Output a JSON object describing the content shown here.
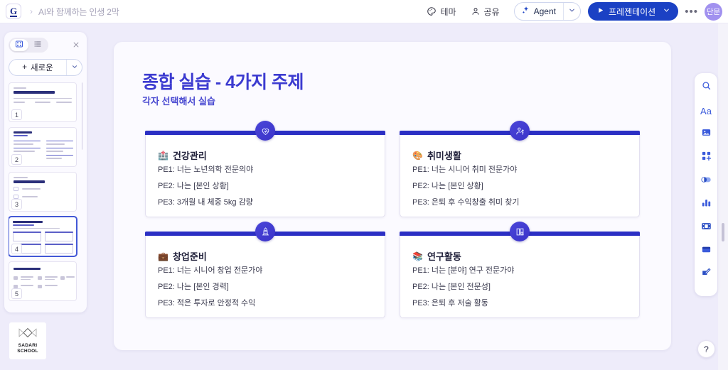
{
  "topbar": {
    "logo_letter": "G",
    "breadcrumb_separator": "›",
    "breadcrumb_title": "AI와 함께하는 인생 2막",
    "theme_label": "테마",
    "share_label": "공유",
    "agent_label": "Agent",
    "present_label": "프레젠테이션",
    "more_label": "•••",
    "avatar_label": "단문",
    "icons": {
      "palette": "palette-icon",
      "person": "person-icon",
      "sparkle": "sparkle-icon",
      "play": "play-icon",
      "caret": "chevron-down-icon"
    }
  },
  "left_panel": {
    "view_grid_icon": "grid-view-icon",
    "view_list_icon": "list-view-icon",
    "close_icon": "close-icon",
    "new_label": "새로운",
    "new_plus": "+",
    "slides": [
      {
        "number": "1",
        "selected": false
      },
      {
        "number": "2",
        "selected": false
      },
      {
        "number": "3",
        "selected": false
      },
      {
        "number": "4",
        "selected": true
      },
      {
        "number": "5",
        "selected": false
      }
    ],
    "brand": {
      "line1": "SADARI",
      "line2": "SCHOOL"
    }
  },
  "slide": {
    "title": "종합 실습 - 4가지 주제",
    "subtitle": "각자 선택해서 실습",
    "accent_color": "#3c3bd0",
    "bar_color": "#2b2fc4",
    "cards": [
      {
        "emoji": "🏥",
        "heading": "건강관리",
        "badge_icon": "heart-health-icon",
        "lines": [
          "PE1: 너는 노년의학 전문의야",
          "PE2: 나는 [본인 상황]",
          "PE3: 3개월 내 체중 5kg 감량"
        ]
      },
      {
        "emoji": "🎨",
        "heading": "취미생활",
        "badge_icon": "person-activity-icon",
        "lines": [
          "PE1: 너는 시니어 취미 전문가야",
          "PE2: 나는 [본인 상황]",
          "PE3: 은퇴 후 수익창출 취미 찾기"
        ]
      },
      {
        "emoji": "💼",
        "heading": "창업준비",
        "badge_icon": "rocket-icon",
        "lines": [
          "PE1: 너는 시니어 창업 전문가야",
          "PE2: 나는 [본인 경력]",
          "PE3: 적은 투자로 안정적 수익"
        ]
      },
      {
        "emoji": "📚",
        "heading": "연구활동",
        "badge_icon": "book-search-icon",
        "lines": [
          "PE1: 너는 [분야] 연구 전문가야",
          "PE2: 나는 [본인 전문성]",
          "PE3: 은퇴 후 저술 활동"
        ]
      }
    ]
  },
  "right_toolbar": {
    "tools": [
      {
        "name": "search-icon"
      },
      {
        "name": "text-icon",
        "label": "Aa"
      },
      {
        "name": "image-icon"
      },
      {
        "name": "add-element-icon"
      },
      {
        "name": "shape-contrast-icon"
      },
      {
        "name": "chart-icon"
      },
      {
        "name": "media-icon"
      },
      {
        "name": "card-layout-icon"
      },
      {
        "name": "draw-edit-icon"
      }
    ]
  },
  "help": {
    "label": "?"
  }
}
